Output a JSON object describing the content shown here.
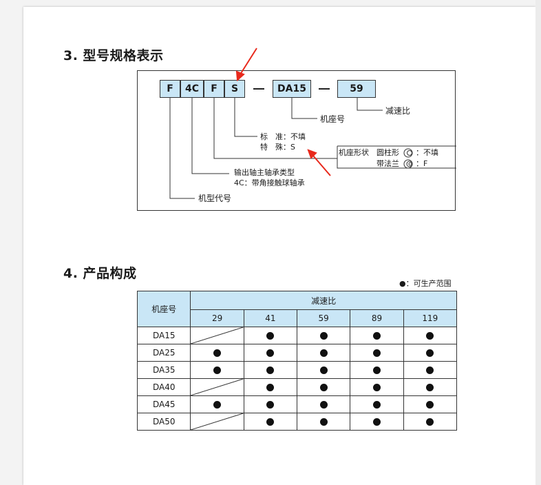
{
  "section3": {
    "title": "3. 型号规格表示",
    "code": [
      "F",
      "4C",
      "F",
      "S",
      "DA15",
      "59"
    ],
    "dash": "—",
    "labels": {
      "reduction_ratio": "减速比",
      "frame_no": "机座号",
      "standard": "标　准：不填",
      "special": "特　殊：S",
      "frame_shape_title": "机座形状",
      "cylinder": "圆柱形",
      "cylinder_value": "：不填",
      "flange": "带法兰",
      "flange_value": "：F",
      "output_bearing_title": "输出轴主轴承类型",
      "output_bearing_value": "4C：带角接触球轴承",
      "model_code": "机型代号"
    }
  },
  "section4": {
    "title": "4. 产品构成",
    "legend": "●：可生产范围",
    "table": {
      "frame_header": "机座号",
      "ratio_header": "减速比",
      "ratios": [
        "29",
        "41",
        "59",
        "89",
        "119"
      ],
      "rows": [
        {
          "frame": "DA15",
          "cells": [
            0,
            1,
            1,
            1,
            1
          ]
        },
        {
          "frame": "DA25",
          "cells": [
            1,
            1,
            1,
            1,
            1
          ]
        },
        {
          "frame": "DA35",
          "cells": [
            1,
            1,
            1,
            1,
            1
          ]
        },
        {
          "frame": "DA40",
          "cells": [
            0,
            1,
            1,
            1,
            1
          ]
        },
        {
          "frame": "DA45",
          "cells": [
            1,
            1,
            1,
            1,
            1
          ]
        },
        {
          "frame": "DA50",
          "cells": [
            0,
            1,
            1,
            1,
            1
          ]
        }
      ]
    }
  },
  "colors": {
    "accent": "#c9e6f6",
    "arrow": "#e8291c"
  }
}
